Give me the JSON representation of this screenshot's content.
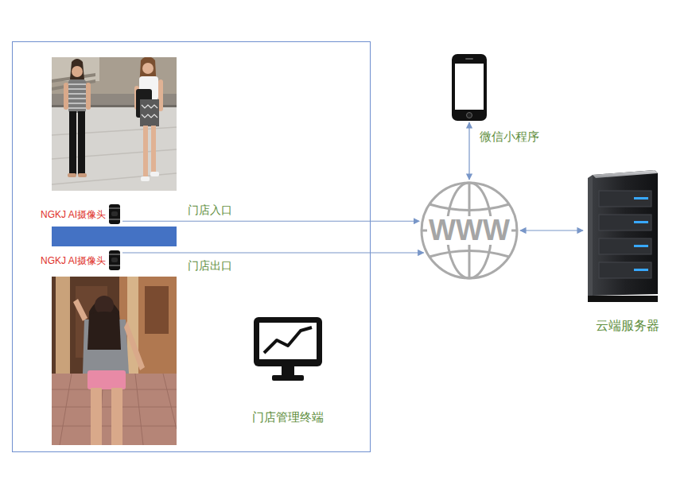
{
  "diagram": {
    "nodes": [
      {
        "text": [
          "NGKJ AI摄像头"
        ]
      },
      {
        "text": [
          "NGKJ AI摄像头"
        ]
      },
      {
        "text": [
          "WWW"
        ]
      },
      {
        "text": [
          "微信小程序"
        ]
      },
      {
        "text": [
          "云端服务器"
        ]
      },
      {
        "text": [
          "门店管理终端"
        ]
      }
    ],
    "edges": [
      {
        "from": 0,
        "to": 2,
        "arrow": "to",
        "label": "门店入口"
      },
      {
        "from": 1,
        "to": 2,
        "arrow": "to",
        "label": "门店出口"
      },
      {
        "from": 3,
        "to": 2,
        "arrow": "both"
      },
      {
        "from": 2,
        "to": 4,
        "arrow": "both"
      }
    ]
  }
}
